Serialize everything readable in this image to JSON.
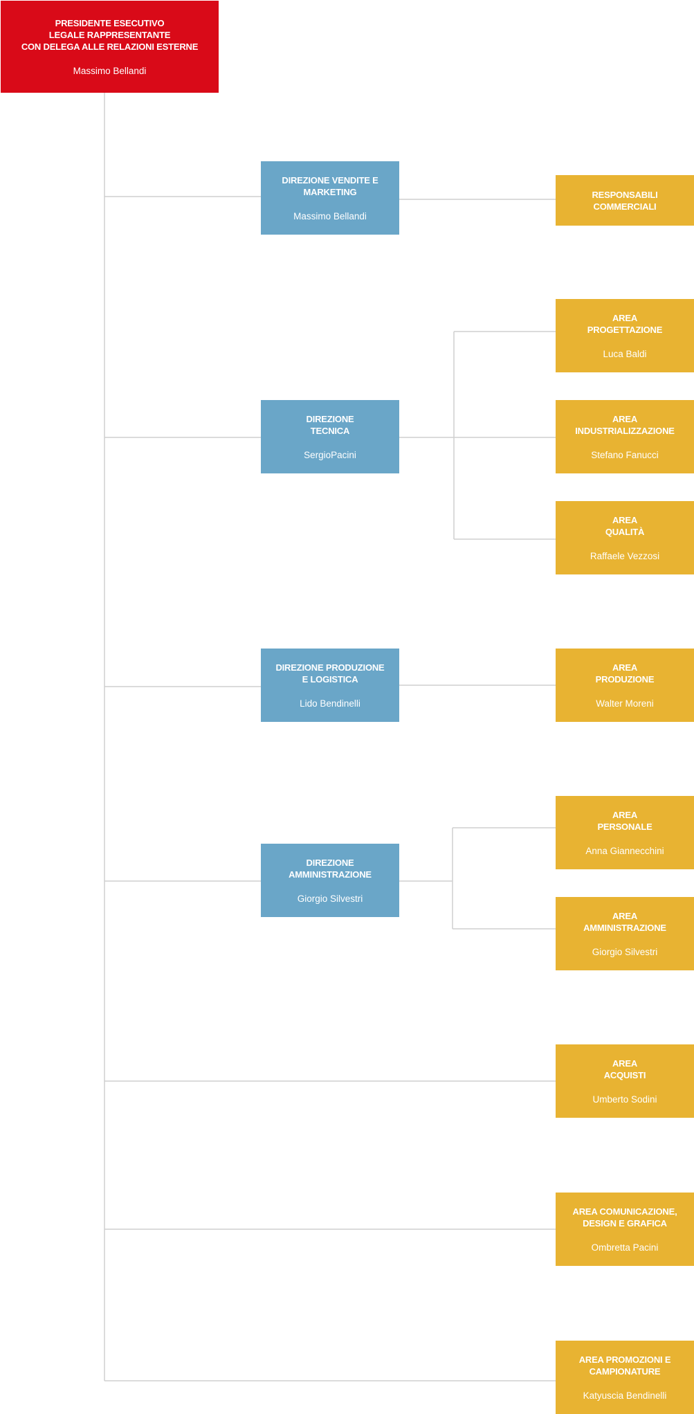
{
  "colors": {
    "red": "#d90a18",
    "blue": "#6aa6c8",
    "yellow": "#e8b332",
    "connector": "#cfcfcf"
  },
  "root": {
    "title_lines": [
      "PRESIDENTE ESECUTIVO",
      "LEGALE RAPPRESENTANTE",
      "CON DELEGA ALLE RELAZIONI ESTERNE"
    ],
    "person": "Massimo Bellandi"
  },
  "directions": [
    {
      "title_lines": [
        "DIREZIONE VENDITE E",
        "MARKETING"
      ],
      "person": "Massimo Bellandi",
      "areas": [
        {
          "title_lines": [
            "RESPONSABILI",
            "COMMERCIALI"
          ],
          "person": ""
        }
      ]
    },
    {
      "title_lines": [
        "DIREZIONE",
        "TECNICA"
      ],
      "person": "SergioPacini",
      "areas": [
        {
          "title_lines": [
            "AREA",
            "PROGETTAZIONE"
          ],
          "person": "Luca Baldi"
        },
        {
          "title_lines": [
            "AREA",
            "INDUSTRIALIZZAZIONE"
          ],
          "person": "Stefano Fanucci"
        },
        {
          "title_lines": [
            "AREA",
            "QUALITÀ"
          ],
          "person": "Raffaele Vezzosi"
        }
      ]
    },
    {
      "title_lines": [
        "DIREZIONE PRODUZIONE",
        "E LOGISTICA"
      ],
      "person": "Lido Bendinelli",
      "areas": [
        {
          "title_lines": [
            "AREA",
            "PRODUZIONE"
          ],
          "person": "Walter Moreni"
        }
      ]
    },
    {
      "title_lines": [
        "DIREZIONE",
        "AMMINISTRAZIONE"
      ],
      "person": "Giorgio Silvestri",
      "areas": [
        {
          "title_lines": [
            "AREA",
            "PERSONALE"
          ],
          "person": "Anna Giannecchini"
        },
        {
          "title_lines": [
            "AREA",
            "AMMINISTRAZIONE"
          ],
          "person": "Giorgio Silvestri"
        }
      ]
    }
  ],
  "direct_areas": [
    {
      "title_lines": [
        "AREA",
        "ACQUISTI"
      ],
      "person": "Umberto Sodini"
    },
    {
      "title_lines": [
        "AREA COMUNICAZIONE,",
        "DESIGN E GRAFICA"
      ],
      "person": "Ombretta Pacini"
    },
    {
      "title_lines": [
        "AREA PROMOZIONI E",
        "CAMPIONATURE"
      ],
      "person": "Katyuscia Bendinelli"
    }
  ]
}
